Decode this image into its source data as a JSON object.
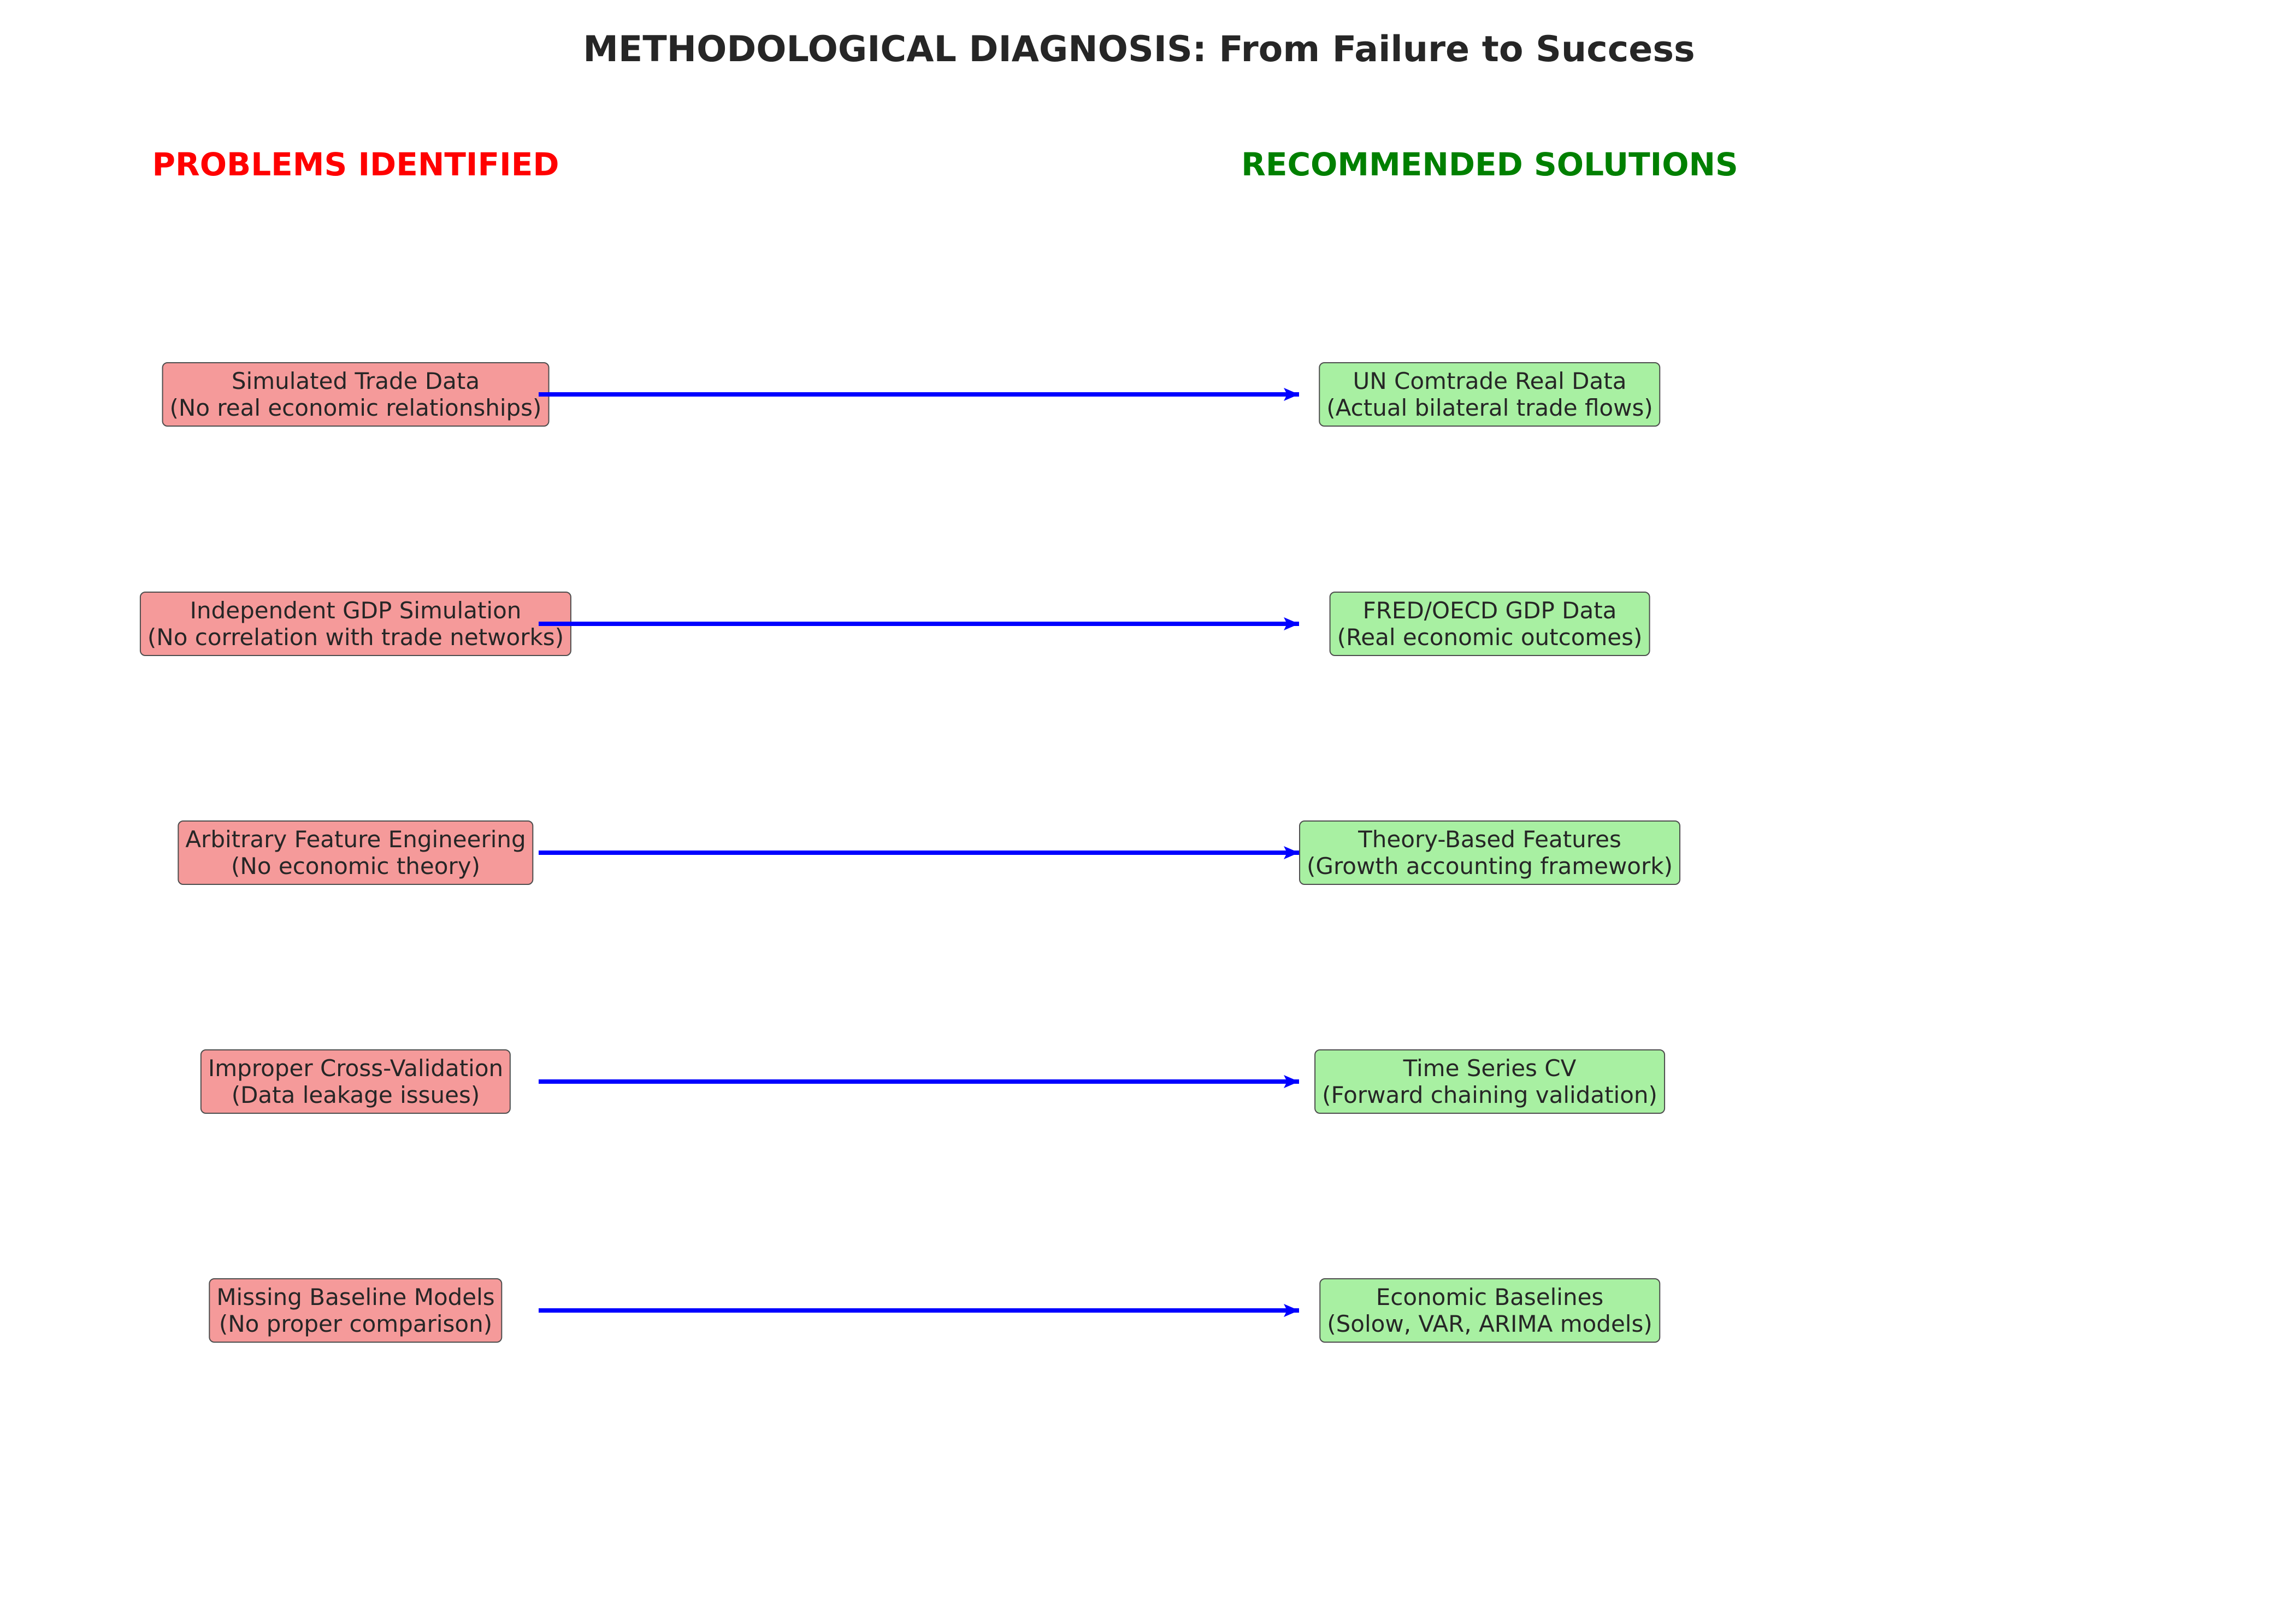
{
  "title": "METHODOLOGICAL DIAGNOSIS: From Failure to Success",
  "headers": {
    "problems": "PROBLEMS IDENTIFIED",
    "solutions": "RECOMMENDED SOLUTIONS"
  },
  "colors": {
    "problems_header": "#ff0000",
    "solutions_header": "#008000",
    "problem_box": "#f59a9a",
    "solution_box": "#a8f0a2",
    "arrow": "#0000ff"
  },
  "pairs": [
    {
      "problem": {
        "title": "Simulated Trade Data",
        "detail": "(No real economic relationships)"
      },
      "solution": {
        "title": "UN Comtrade Real Data",
        "detail": "(Actual bilateral trade flows)"
      }
    },
    {
      "problem": {
        "title": "Independent GDP Simulation",
        "detail": "(No correlation with trade networks)"
      },
      "solution": {
        "title": "FRED/OECD GDP Data",
        "detail": "(Real economic outcomes)"
      }
    },
    {
      "problem": {
        "title": "Arbitrary Feature Engineering",
        "detail": "(No economic theory)"
      },
      "solution": {
        "title": "Theory-Based Features",
        "detail": "(Growth accounting framework)"
      }
    },
    {
      "problem": {
        "title": "Improper Cross-Validation",
        "detail": "(Data leakage issues)"
      },
      "solution": {
        "title": "Time Series CV",
        "detail": "(Forward chaining validation)"
      }
    },
    {
      "problem": {
        "title": "Missing Baseline Models",
        "detail": "(No proper comparison)"
      },
      "solution": {
        "title": "Economic Baselines",
        "detail": "(Solow, VAR, ARIMA models)"
      }
    }
  ]
}
